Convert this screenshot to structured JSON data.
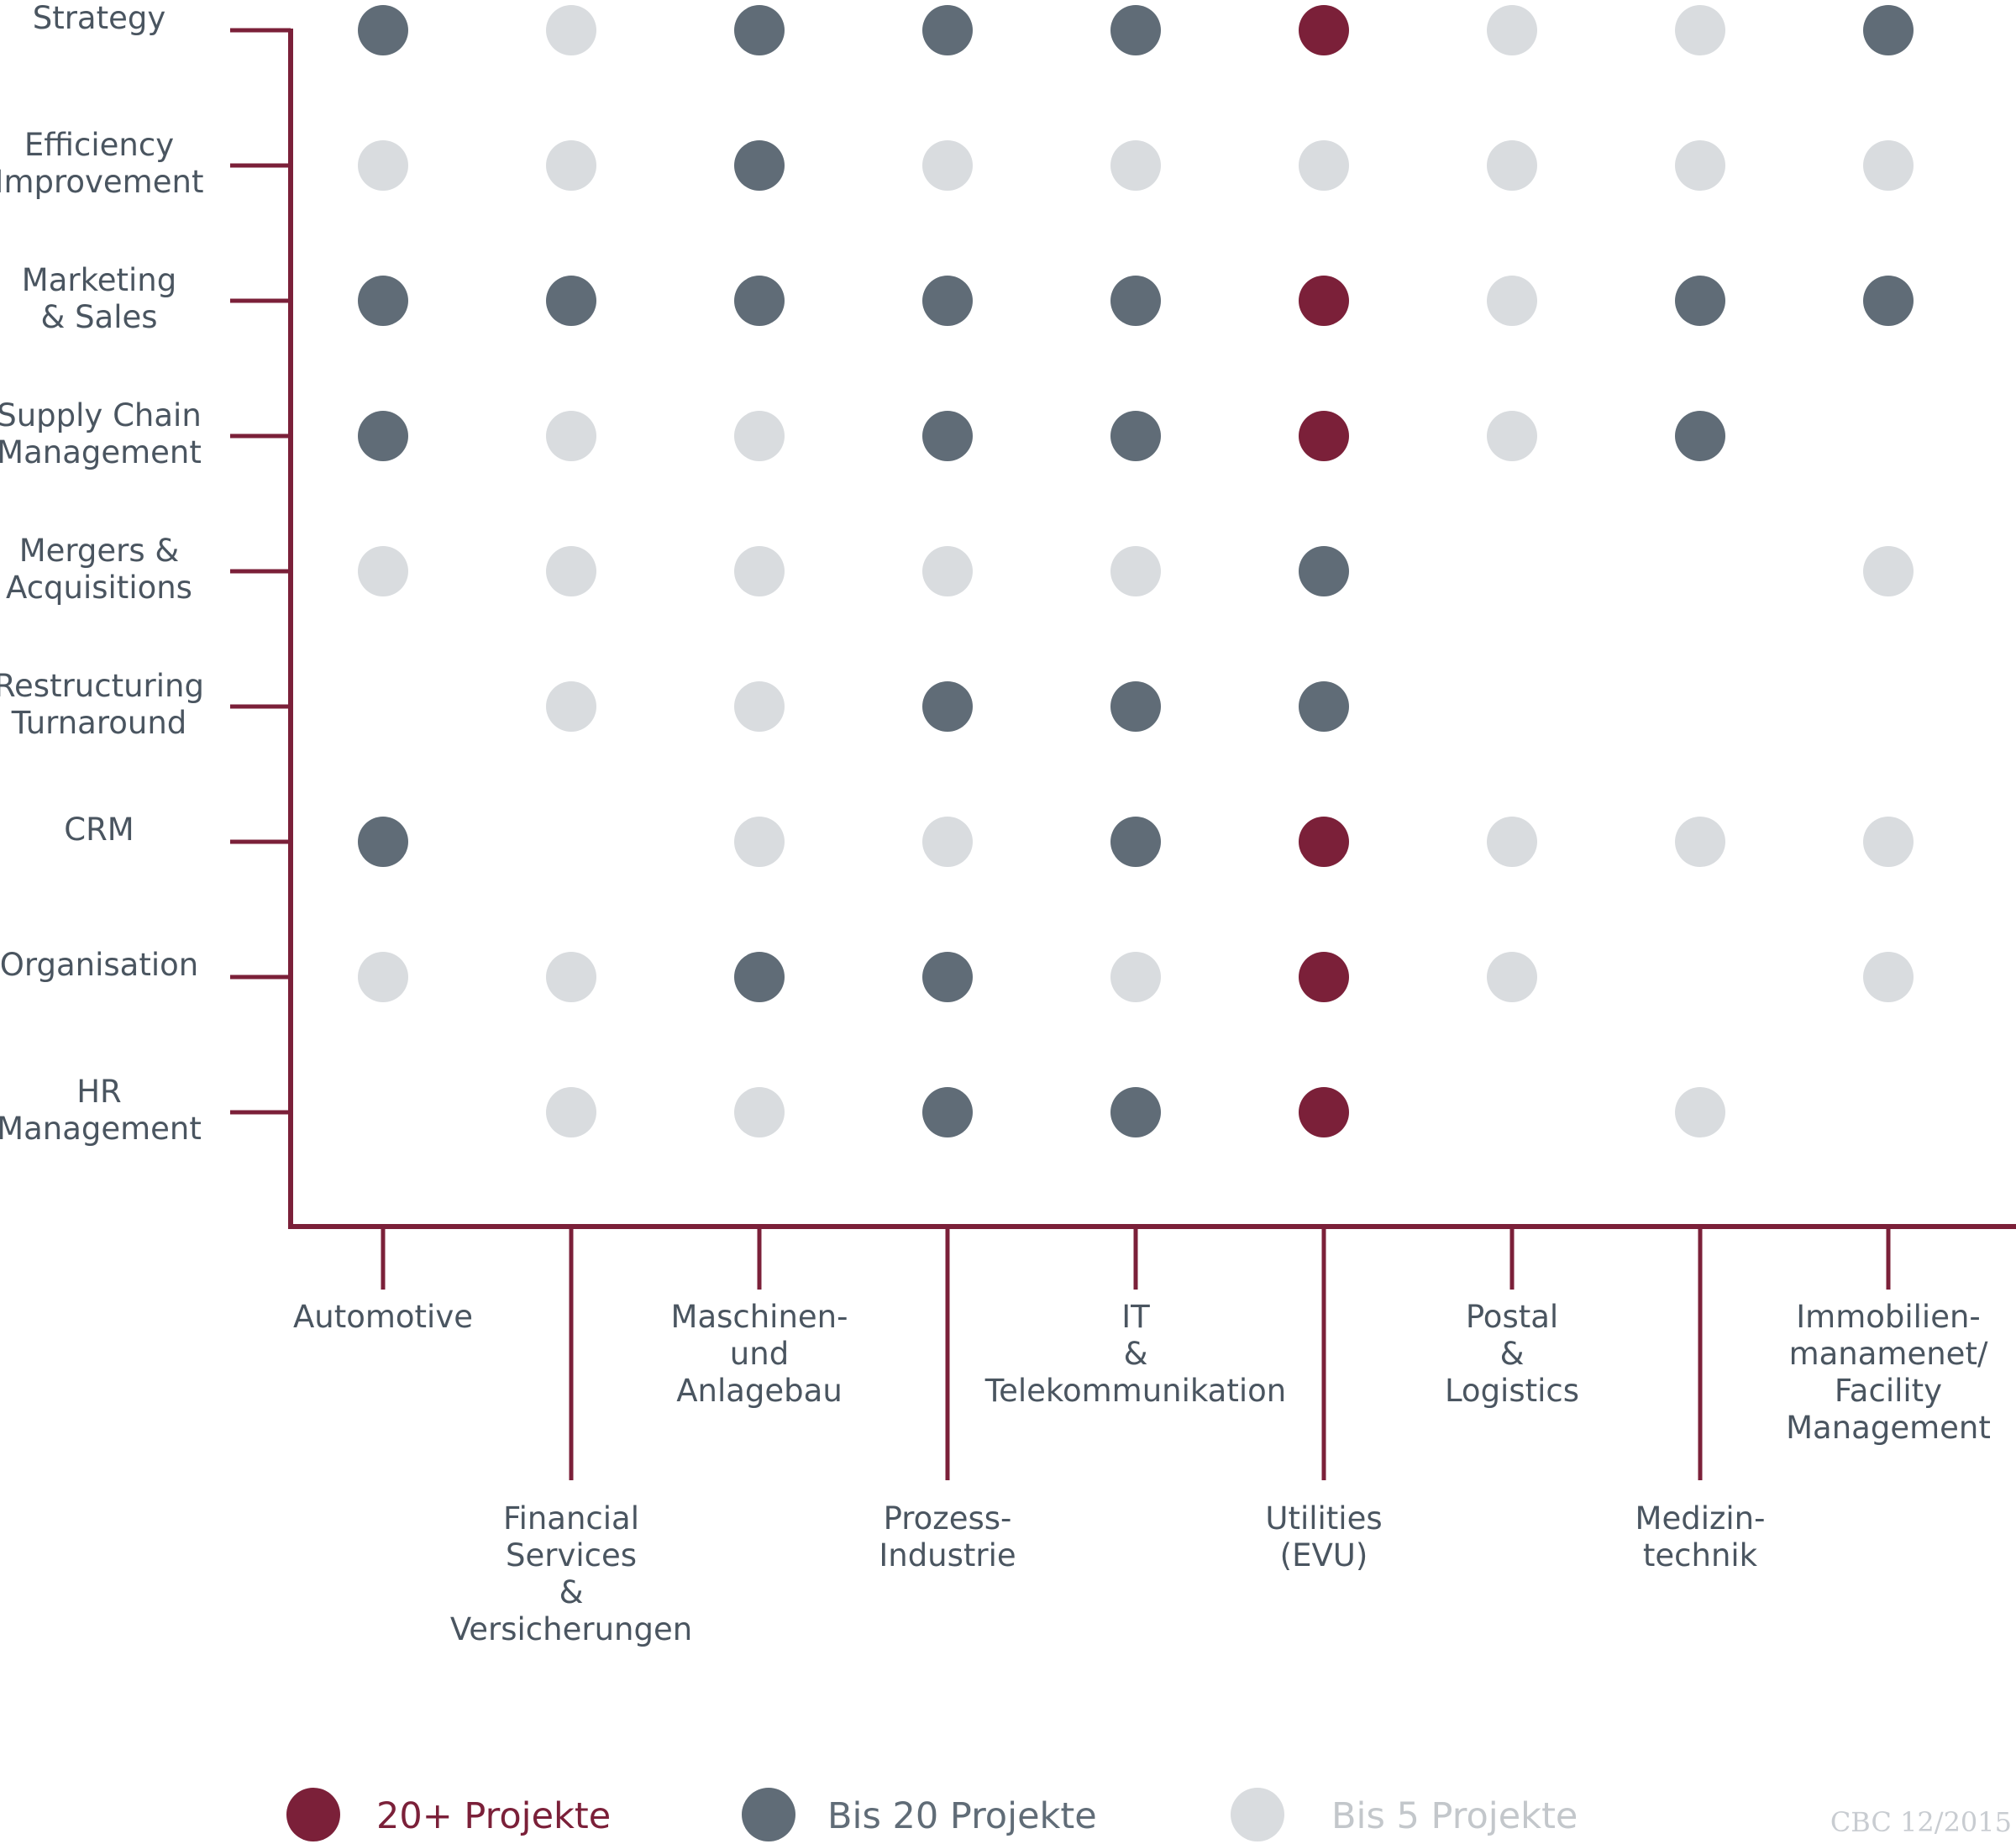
{
  "chart_data": {
    "type": "matrix-dot",
    "rows": [
      [
        "Strategy"
      ],
      [
        "Efficiency",
        "Improvement"
      ],
      [
        "Marketing",
        "& Sales"
      ],
      [
        "Supply Chain",
        "Management"
      ],
      [
        "Mergers &",
        "Acquisitions"
      ],
      [
        "Restructuring",
        "Turnaround"
      ],
      [
        "CRM"
      ],
      [
        "Organisation"
      ],
      [
        "HR",
        "Management"
      ]
    ],
    "columns": [
      [
        "Automotive"
      ],
      [
        "Financial",
        "Services",
        "&",
        "Versicherungen"
      ],
      [
        "Maschinen-",
        "und",
        "Anlagebau"
      ],
      [
        "Prozess-",
        "Industrie"
      ],
      [
        "IT",
        "&",
        "Telekommunikation"
      ],
      [
        "Utilities",
        "(EVU)"
      ],
      [
        "Postal",
        "&",
        "Logistics"
      ],
      [
        "Medizin-",
        "technik"
      ],
      [
        "Immobilien-",
        "manamenet/",
        "Facility",
        "Management"
      ]
    ],
    "levels": {
      "0": "none",
      "1": "Bis 5 Projekte",
      "2": "Bis 20 Projekte",
      "3": "20+ Projekte"
    },
    "matrix": [
      [
        2,
        1,
        2,
        2,
        2,
        3,
        1,
        1,
        2
      ],
      [
        1,
        1,
        2,
        1,
        1,
        1,
        1,
        1,
        1
      ],
      [
        2,
        2,
        2,
        2,
        2,
        3,
        1,
        2,
        2
      ],
      [
        2,
        1,
        1,
        2,
        2,
        3,
        1,
        2,
        0
      ],
      [
        1,
        1,
        1,
        1,
        1,
        2,
        0,
        0,
        1
      ],
      [
        0,
        1,
        1,
        2,
        2,
        2,
        0,
        0,
        0
      ],
      [
        2,
        0,
        1,
        1,
        2,
        3,
        1,
        1,
        1
      ],
      [
        1,
        1,
        2,
        2,
        1,
        3,
        1,
        0,
        1
      ],
      [
        0,
        1,
        1,
        2,
        2,
        3,
        0,
        1,
        0
      ]
    ],
    "legend": [
      {
        "level": 3,
        "label": "20+ Projekte"
      },
      {
        "level": 2,
        "label": "Bis 20 Projekte"
      },
      {
        "level": 1,
        "label": "Bis 5 Projekte"
      }
    ],
    "colors": {
      "axis": "#7b2039",
      "level3": "#7b2039",
      "level2": "#606c77",
      "level1": "#d9dcdf",
      "label": "#4a5560",
      "legend1_text": "#c3c7cb"
    },
    "credit": "CBC 12/2015",
    "title": "",
    "xlabel": "",
    "ylabel": ""
  }
}
